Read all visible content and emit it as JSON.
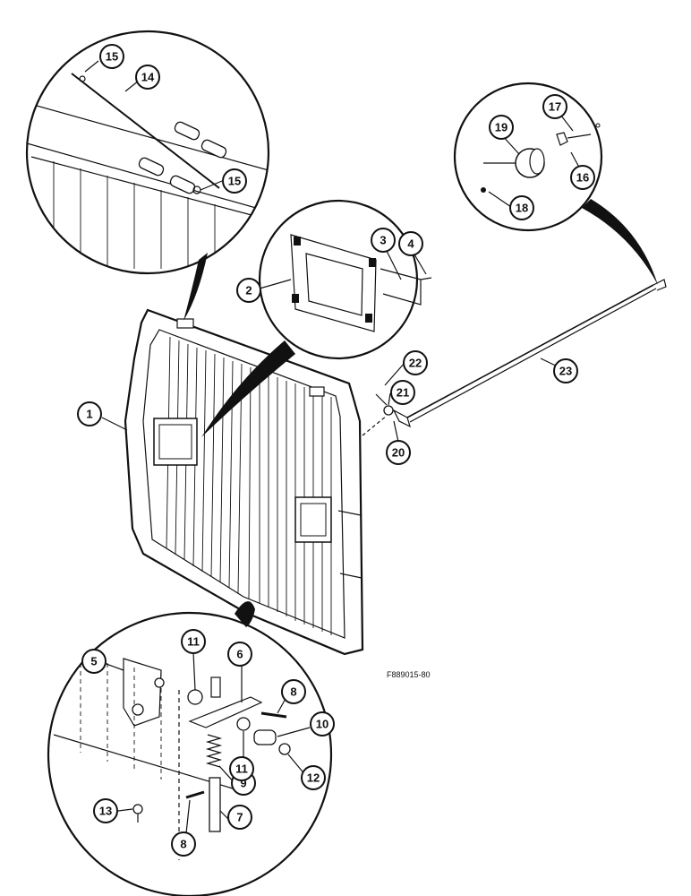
{
  "figure_ref": "F889015-80",
  "callouts": [
    "1",
    "2",
    "3",
    "4",
    "5",
    "6",
    "7",
    "8",
    "8",
    "9",
    "10",
    "11",
    "11",
    "12",
    "13",
    "14",
    "15",
    "15",
    "16",
    "17",
    "18",
    "19",
    "20",
    "21",
    "22",
    "23"
  ]
}
